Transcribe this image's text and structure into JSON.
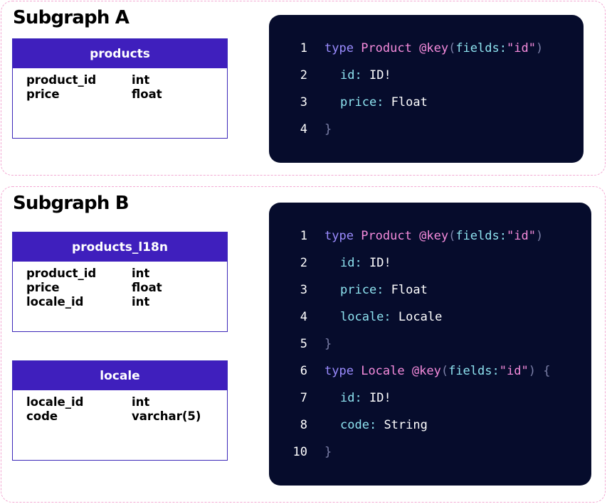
{
  "subgraph_a": {
    "title": "Subgraph A",
    "table": {
      "name": "products",
      "rows": [
        {
          "name": "product_id",
          "type": "int"
        },
        {
          "name": "price",
          "type": "float"
        }
      ]
    },
    "code": [
      {
        "n": "1",
        "kw": "type",
        "tname": "Product",
        "dir": "@key",
        "p1": "(",
        "arg": "fields",
        "colon": ":",
        "str": "\"id\"",
        "p2": ")"
      },
      {
        "n": "2",
        "prop": "id",
        "sep": ": ",
        "val": "ID!"
      },
      {
        "n": "3",
        "prop": "price",
        "sep": ": ",
        "val": "Float"
      },
      {
        "n": "4",
        "close": "}"
      }
    ]
  },
  "subgraph_b": {
    "title": "Subgraph B",
    "tables": [
      {
        "name": "products_l18n",
        "rows": [
          {
            "name": "product_id",
            "type": "int"
          },
          {
            "name": "price",
            "type": "float"
          },
          {
            "name": "locale_id",
            "type": "int"
          }
        ]
      },
      {
        "name": "locale",
        "rows": [
          {
            "name": "locale_id",
            "type": "int"
          },
          {
            "name": "code",
            "type": "varchar(5)"
          }
        ]
      }
    ],
    "code": [
      {
        "n": "1",
        "kw": "type",
        "tname": "Product",
        "dir": "@key",
        "p1": "(",
        "arg": "fields",
        "colon": ":",
        "str": "\"id\"",
        "p2": ")"
      },
      {
        "n": "2",
        "prop": "id",
        "sep": ": ",
        "val": "ID!"
      },
      {
        "n": "3",
        "prop": "price",
        "sep": ": ",
        "val": "Float"
      },
      {
        "n": "4",
        "prop": "locale",
        "sep": ": ",
        "val": "Locale"
      },
      {
        "n": "5",
        "close": "}"
      },
      {
        "n": "6",
        "kw": "type",
        "tname": "Locale",
        "dir": "@key",
        "p1": "(",
        "arg": "fields",
        "colon": ":",
        "str": "\"id\"",
        "p2": ")",
        "brace": " {"
      },
      {
        "n": "7",
        "prop": "id",
        "sep": ": ",
        "val": "ID!"
      },
      {
        "n": "8",
        "prop": "code",
        "sep": ": ",
        "val": "String"
      },
      {
        "n": "10",
        "close": "}"
      }
    ]
  },
  "colors": {
    "table_header_bg": "#3f1fbd",
    "code_bg": "#060c2c",
    "subgraph_border": "#f3a8d2",
    "keyword": "#9b8cff",
    "type_name": "#f58bdc",
    "property": "#8ee3f0"
  }
}
